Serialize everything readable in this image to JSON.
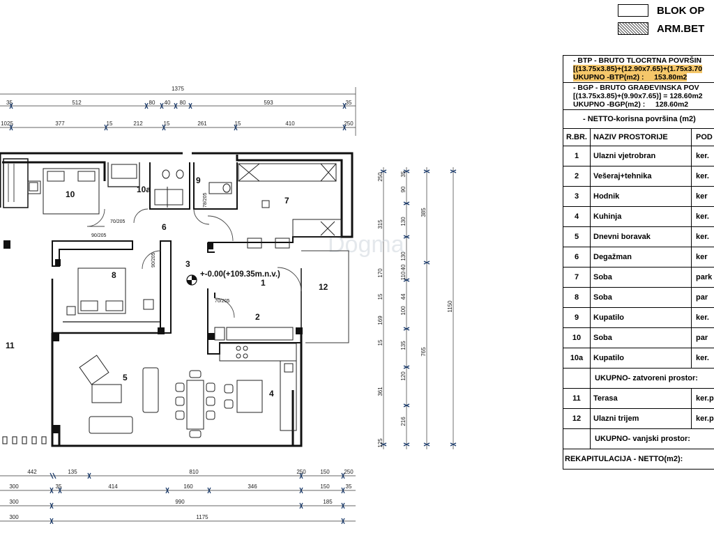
{
  "legend": [
    {
      "label": "BLOK OP",
      "swatch": "plain"
    },
    {
      "label": "ARM.BET",
      "swatch": "hatch"
    }
  ],
  "btp": {
    "title": "- BTP - BRUTO TLOCRTNA POVRŠIN",
    "formula": "[(13.75x3.85)+(12.90x7.65)+(1.75x3.70",
    "total_label": "UKUPNO -BTP(m2) :",
    "total_value": "153.80m2"
  },
  "bgp": {
    "title": "- BGP - BRUTO GRAĐEVINSKA POV",
    "formula": "[(13.75x3.85)+(9.90x7.65)] = 128.60m2",
    "total_label": "UKUPNO -BGP(m2) :",
    "total_value": "128.60m2"
  },
  "netto_title": "- NETTO-korisna površina (m2)",
  "table_header": {
    "num": "R.BR.",
    "name": "NAZIV PROSTORIJE",
    "floor": "POD"
  },
  "rooms_closed": [
    {
      "num": "1",
      "name": "Ulazni vjetrobran",
      "floor": "ker."
    },
    {
      "num": "2",
      "name": "Vešeraj+tehnika",
      "floor": "ker."
    },
    {
      "num": "3",
      "name": "Hodnik",
      "floor": "ker"
    },
    {
      "num": "4",
      "name": "Kuhinja",
      "floor": "ker."
    },
    {
      "num": "5",
      "name": "Dnevni boravak",
      "floor": "ker."
    },
    {
      "num": "6",
      "name": "Degažman",
      "floor": "ker"
    },
    {
      "num": "7",
      "name": "Soba",
      "floor": "park"
    },
    {
      "num": "8",
      "name": "Soba",
      "floor": "par"
    },
    {
      "num": "9",
      "name": "Kupatilo",
      "floor": "ker."
    },
    {
      "num": "10",
      "name": "Soba",
      "floor": "par"
    },
    {
      "num": "10a",
      "name": "Kupatilo",
      "floor": "ker."
    }
  ],
  "closed_total": "UKUPNO- zatvoreni prostor:",
  "rooms_open": [
    {
      "num": "11",
      "name": "Terasa",
      "floor": "ker.p"
    },
    {
      "num": "12",
      "name": "Ulazni trijem",
      "floor": "ker.p"
    }
  ],
  "open_total": "UKUPNO- vanjski prostor:",
  "recap": "REKAPITULACIJA - NETTO(m2):",
  "plan": {
    "room_labels": [
      "1",
      "2",
      "3",
      "4",
      "5",
      "6",
      "7",
      "8",
      "9",
      "10",
      "10a",
      "11",
      "12"
    ],
    "level_note": "+-0.00(+109.35m.n.v.)",
    "top_dims_1": [
      "1375"
    ],
    "top_dims_2": [
      "35",
      "512",
      "80",
      "40",
      "80",
      "593",
      "35"
    ],
    "top_dims_3": [
      "1025",
      "377",
      "15",
      "212",
      "15",
      "261",
      "15",
      "410",
      "250"
    ],
    "right_dims_1": [
      "250",
      "35",
      "90",
      "315",
      "130",
      "130",
      "40",
      "110",
      "170",
      "15",
      "44",
      "100",
      "169",
      "15",
      "135",
      "361",
      "120",
      "216",
      "125"
    ],
    "right_dims_2": [
      "385",
      "765"
    ],
    "right_dims_3": [
      "1150"
    ],
    "bottom_dims_1": [
      "442",
      "135",
      "810",
      "250",
      "150",
      "250"
    ],
    "bottom_dims_2": [
      "300",
      "35",
      "414",
      "160",
      "346",
      "150",
      "35"
    ],
    "bottom_dims_3": [
      "300",
      "990",
      "185"
    ],
    "bottom_dims_4": [
      "300",
      "1175"
    ],
    "door_notes": [
      "70/205",
      "78/205",
      "90/205",
      "90/205",
      "70/205"
    ],
    "watermark": "Dogma"
  }
}
